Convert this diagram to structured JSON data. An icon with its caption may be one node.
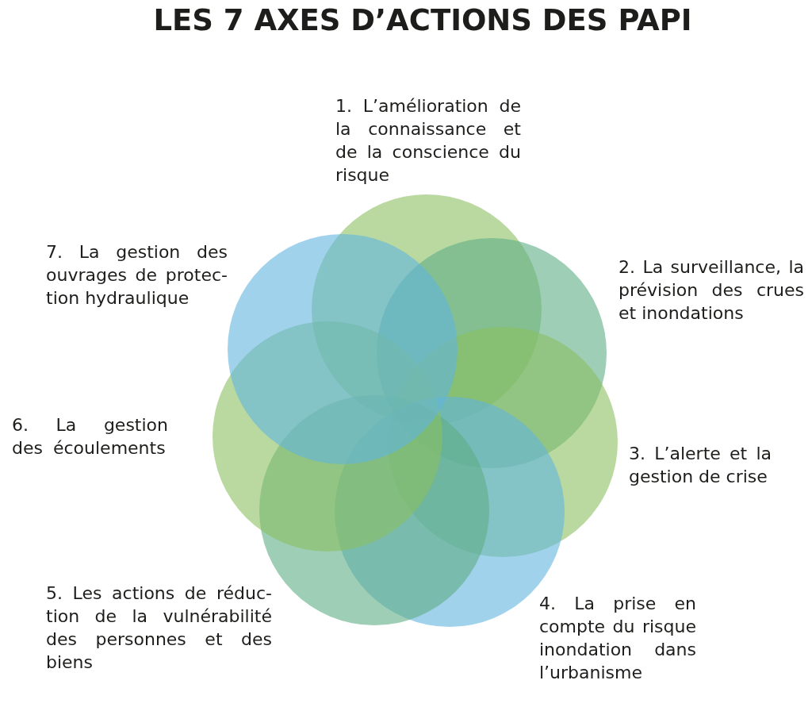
{
  "diagram": {
    "title": "LES 7 AXES D’ACTIONS DES PAPI",
    "nodes": [
      {
        "text": [],
        "shape": "circle",
        "beside": [
          "1. L’amélioration de la connaissance et de la conscience du risque"
        ]
      },
      {
        "text": [],
        "shape": "circle",
        "beside": [
          "2. La surveillance, la prévision des crues et inondations"
        ]
      },
      {
        "text": [],
        "shape": "circle",
        "beside": [
          "3. L’alerte et la gestion de crise"
        ]
      },
      {
        "text": [],
        "shape": "circle",
        "beside": [
          "4. La prise en compte du risque inondation dans l’urbanisme"
        ]
      },
      {
        "text": [],
        "shape": "circle",
        "beside": [
          "5. Les actions de réduc- tion de la vulnérabilité des personnes et des biens"
        ]
      },
      {
        "text": [],
        "shape": "circle",
        "beside": [
          "6. La gestion des écoulements"
        ]
      },
      {
        "text": [],
        "shape": "circle",
        "beside": [
          "7. La gestion des ouvrages de protec- tion hydraulique"
        ]
      }
    ]
  }
}
